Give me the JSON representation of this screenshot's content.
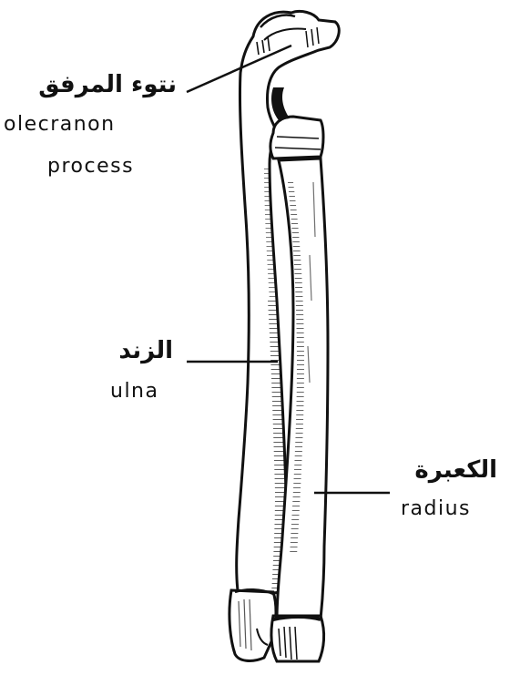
{
  "labels": {
    "olecranon": {
      "arabic": "نتوء المرفق",
      "english_line1": "olecranon",
      "english_line2": "process"
    },
    "ulna": {
      "arabic": "الزند",
      "english": "ulna"
    },
    "radius": {
      "arabic": "الكعبرة",
      "english": "radius"
    }
  },
  "colors": {
    "ink": "#111111",
    "paper": "#ffffff"
  }
}
